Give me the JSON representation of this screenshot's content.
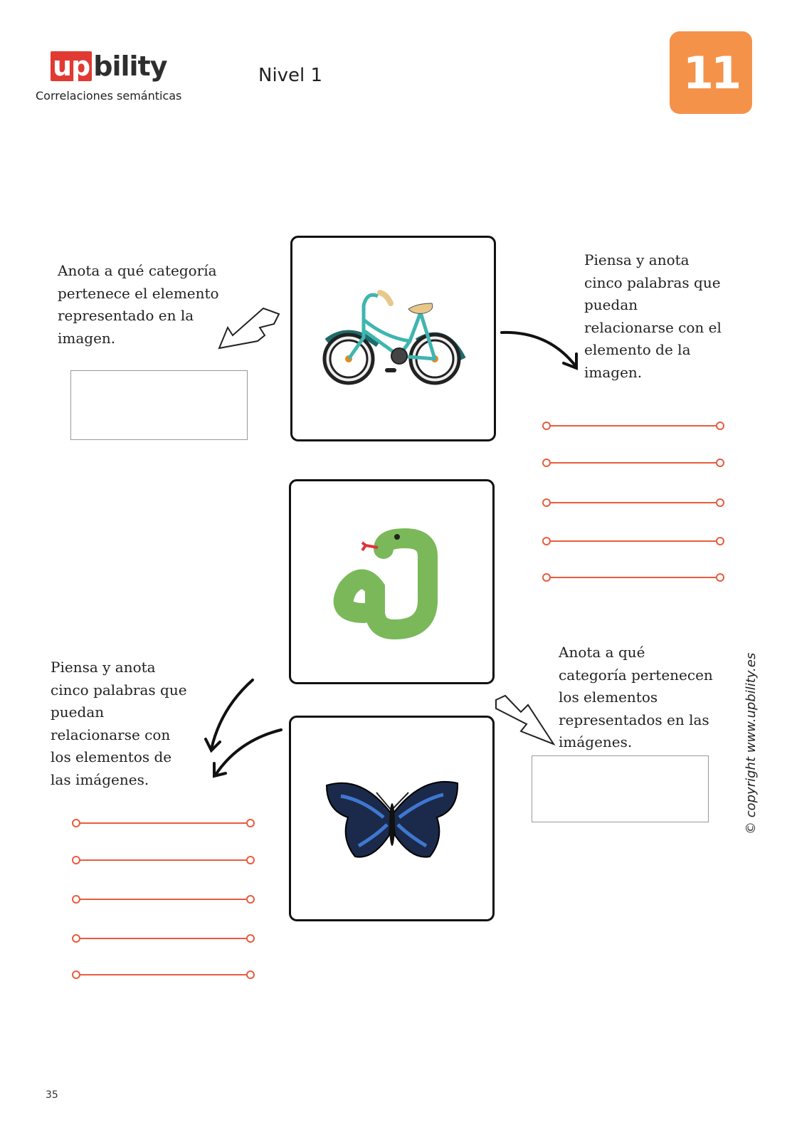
{
  "header": {
    "logo_up": "up",
    "logo_rest": "bility",
    "subtitle": "Correlaciones semánticas",
    "level": "Nivel 1",
    "badge_number": "11",
    "badge_color": "#f5924a"
  },
  "instructions": {
    "category_single": "Anota a qué categoría\npertenece el elemento\nrepresentado en la\nimagen.",
    "words_single": "Piensa y anota\ncinco palabras que\npuedan\nrelacionarse con el\nelemento de la\nimagen.",
    "words_multi": "Piensa y anota\ncinco palabras que\npuedan\nrelacionarse con\nlos elementos de\nlas imágenes.",
    "category_multi": "Anota a qué\ncategoría pertenecen\nlos elementos\nrepresentados en las\nimágenes."
  },
  "images": [
    {
      "name": "bicycle"
    },
    {
      "name": "snake"
    },
    {
      "name": "butterfly"
    }
  ],
  "line_color": "#e85c3f",
  "footer": {
    "copyright": "© copyright www.upbility.es",
    "page_number": "35"
  }
}
